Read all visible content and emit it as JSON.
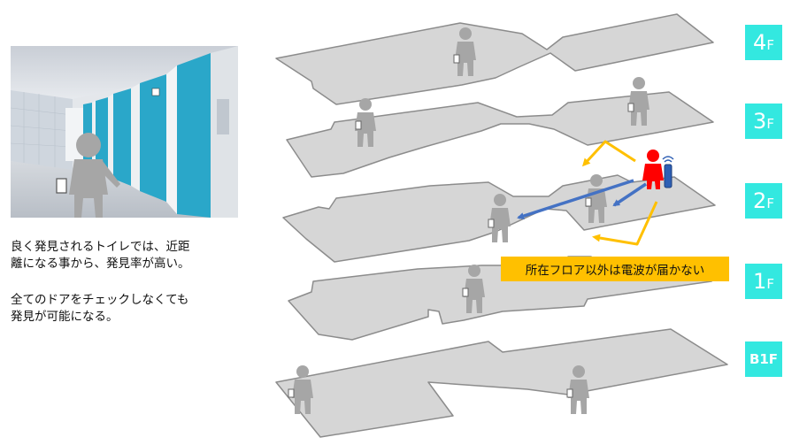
{
  "caption": {
    "line1": "良く発見されるトイレでは、近距",
    "line2": "離になる事から、発見率が高い。",
    "line3": "全てのドアをチェックしなくても",
    "line4": "発見が可能になる。"
  },
  "floors": [
    {
      "id": "4f",
      "num": "4",
      "suffix": "F"
    },
    {
      "id": "3f",
      "num": "3",
      "suffix": "F"
    },
    {
      "id": "2f",
      "num": "2",
      "suffix": "F"
    },
    {
      "id": "1f",
      "num": "1",
      "suffix": "F"
    },
    {
      "id": "b1f",
      "label": "B1F"
    }
  ],
  "note": "所在フロア以外は電波が届かない",
  "colors": {
    "floor_fill": "#d6d6d6",
    "floor_stroke": "#8c8c8c",
    "person_gray": "#a6a6a6",
    "target_red": "#ff0000",
    "receiver_blue": "#2e5fb4",
    "signal_arrow_blue": "#4472c4",
    "blocked_arrow_yellow": "#ffc000",
    "badge_cyan": "#33e8e0",
    "note_yellow": "#ffc000",
    "toilet_door_blue": "#2aa7c9"
  }
}
